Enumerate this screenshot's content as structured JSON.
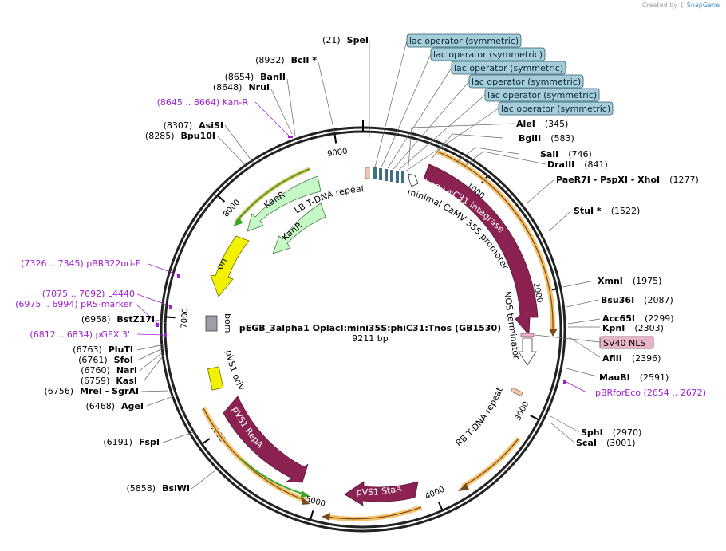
{
  "credit": {
    "prefix": "Created by",
    "brand": "SnapGene"
  },
  "plasmid": {
    "name": "pEGB_3alpha1 OplacI:mini35S:phiC31:Tnos (GB1530)",
    "length": "9211 bp"
  },
  "ticks": [
    "1000",
    "2000",
    "3000",
    "4000",
    "5000",
    "6000",
    "7000",
    "8000",
    "9000"
  ],
  "lac_operators": [
    "lac operator (symmetric)",
    "lac operator (symmetric)",
    "lac operator (symmetric)",
    "lac operator (symmetric)",
    "lac operator (symmetric)",
    "lac operator (symmetric)"
  ],
  "sites_right": [
    {
      "name": "AleI",
      "pos": "(345)"
    },
    {
      "name": "BglII",
      "pos": "(583)"
    },
    {
      "name": "SalI",
      "pos": "(746)"
    },
    {
      "name": "DraIII",
      "pos": "(841)"
    },
    {
      "name": "PaeR7I - PspXI - XhoI",
      "pos": "(1277)"
    },
    {
      "name": "StuI *",
      "pos": "(1522)"
    },
    {
      "name": "XmnI",
      "pos": "(1975)"
    },
    {
      "name": "Bsu36I",
      "pos": "(2087)"
    },
    {
      "name": "Acc65I",
      "pos": "(2299)"
    },
    {
      "name": "KpnI",
      "pos": "(2303)"
    },
    {
      "name": "AflII",
      "pos": "(2396)"
    },
    {
      "name": "MauBI",
      "pos": "(2591)"
    },
    {
      "name": "SphI",
      "pos": "(2970)"
    },
    {
      "name": "ScaI",
      "pos": "(3001)"
    }
  ],
  "sites_left": [
    {
      "name": "SpeI",
      "pos": "(21)"
    },
    {
      "name": "BclI *",
      "pos": "(8932)"
    },
    {
      "name": "BanII",
      "pos": "(8654)"
    },
    {
      "name": "NruI",
      "pos": "(8648)"
    },
    {
      "name": "AsiSI",
      "pos": "(8307)"
    },
    {
      "name": "Bpu10I",
      "pos": "(8285)"
    },
    {
      "name": "BstZ17I",
      "pos": "(6958)"
    },
    {
      "name": "PluTI",
      "pos": "(6763)"
    },
    {
      "name": "SfoI",
      "pos": "(6761)"
    },
    {
      "name": "NarI",
      "pos": "(6760)"
    },
    {
      "name": "KasI",
      "pos": "(6759)"
    },
    {
      "name": "MreI - SgrAI",
      "pos": "(6756)"
    },
    {
      "name": "AgeI",
      "pos": "(6468)"
    },
    {
      "name": "FspI",
      "pos": "(6191)"
    },
    {
      "name": "BsiWI",
      "pos": "(5858)"
    }
  ],
  "primers": [
    {
      "label": "(8645 .. 8664)  Kan-R"
    },
    {
      "label": "(7326 .. 7345)  pBR322ori-F"
    },
    {
      "label": "(7075 .. 7092)  L4440"
    },
    {
      "label": "(6975 .. 6994)  pRS-marker"
    },
    {
      "label": "(6812 .. 6834)  pGEX 3'"
    },
    {
      "label": "pBRforEco     (2654 .. 2672)"
    }
  ],
  "sv40": "SV40 NLS",
  "features": {
    "phage": "phage φC31 integrase",
    "pvs1_repa": "pVS1 RepA",
    "pvs1_sta": "pVS1 StaA",
    "kanr1": "KanR",
    "kanr2": "KanR",
    "ori": "ori"
  },
  "inner_labels": {
    "lb": "LB T-DNA repeat",
    "mini35s": "minimal CaMV 35S promoter",
    "nos": "NOS terminator",
    "rb": "RB T-DNA repeat",
    "bom": "bom",
    "oriv": "pVS1 oriV"
  },
  "colors": {
    "phage": "#8b2252",
    "sta": "#8b2252",
    "repa": "#8b2252",
    "kanr": "#c6f7c6",
    "ori": "#f2f200",
    "lac": "#a6cdd8",
    "sv40": "#e7b5c7",
    "primer": "#a020d0",
    "orange": "#f5c26b",
    "green": "#3aa626"
  }
}
